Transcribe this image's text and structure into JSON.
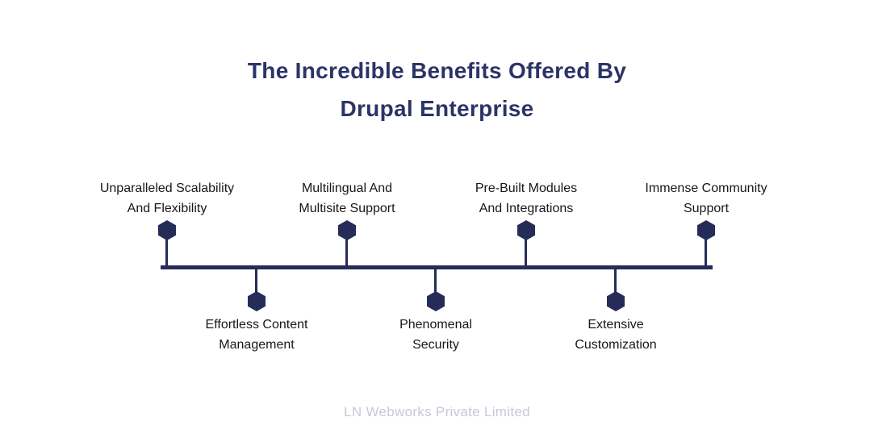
{
  "title": {
    "line1": "The Incredible Benefits Offered By",
    "line2": "Drupal Enterprise"
  },
  "timeline": {
    "top_items": [
      {
        "line1": "Unparalleled Scalability",
        "line2": "And Flexibility"
      },
      {
        "line1": "Multilingual And",
        "line2": "Multisite Support"
      },
      {
        "line1": "Pre-Built Modules",
        "line2": "And Integrations"
      },
      {
        "line1": "Immense Community",
        "line2": "Support"
      }
    ],
    "bottom_items": [
      {
        "line1": "Effortless Content",
        "line2": "Management"
      },
      {
        "line1": "Phenomenal",
        "line2": "Security"
      },
      {
        "line1": "Extensive",
        "line2": "Customization"
      }
    ]
  },
  "footer": {
    "text": "LN Webworks Private Limited"
  },
  "colors": {
    "navy": "#252c58",
    "title": "#2b3467",
    "label": "#17171c",
    "footer": "#c5c8d8",
    "background": "#ffffff"
  }
}
